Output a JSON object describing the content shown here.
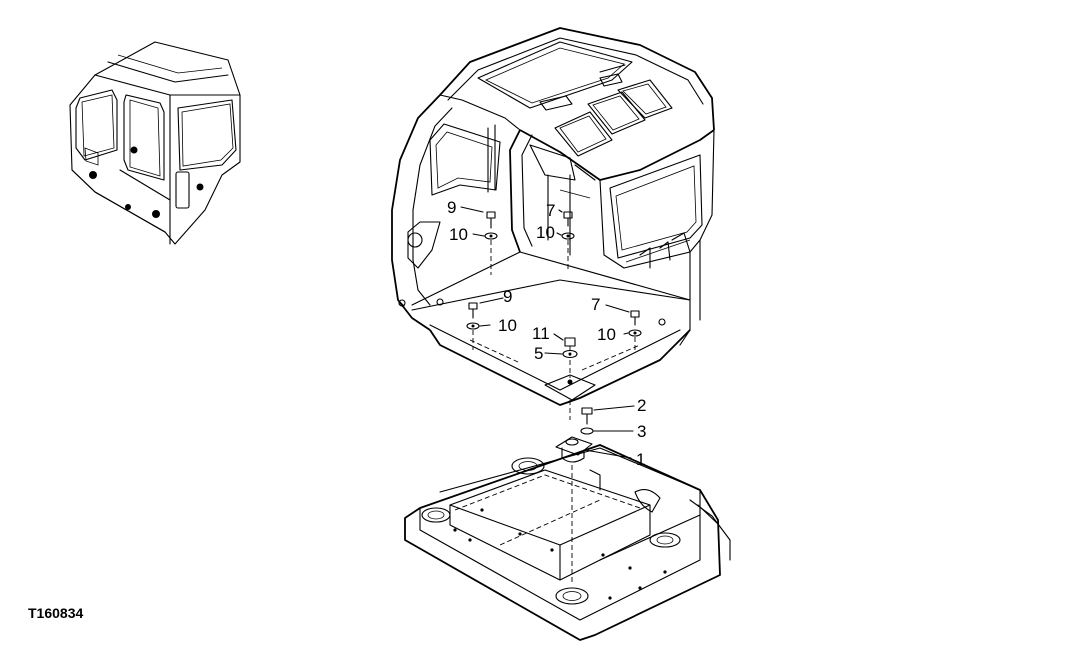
{
  "figure_id": "T160834",
  "callouts": [
    {
      "id": "c9a",
      "text": "9"
    },
    {
      "id": "c10a",
      "text": "10"
    },
    {
      "id": "c7a",
      "text": "7"
    },
    {
      "id": "c10b",
      "text": "10"
    },
    {
      "id": "c9b",
      "text": "9"
    },
    {
      "id": "c10c",
      "text": "10"
    },
    {
      "id": "c7b",
      "text": "7"
    },
    {
      "id": "c11",
      "text": "11"
    },
    {
      "id": "c10d",
      "text": "10"
    },
    {
      "id": "c5",
      "text": "5"
    },
    {
      "id": "c2",
      "text": "2"
    },
    {
      "id": "c3",
      "text": "3"
    },
    {
      "id": "c1",
      "text": "1"
    }
  ]
}
